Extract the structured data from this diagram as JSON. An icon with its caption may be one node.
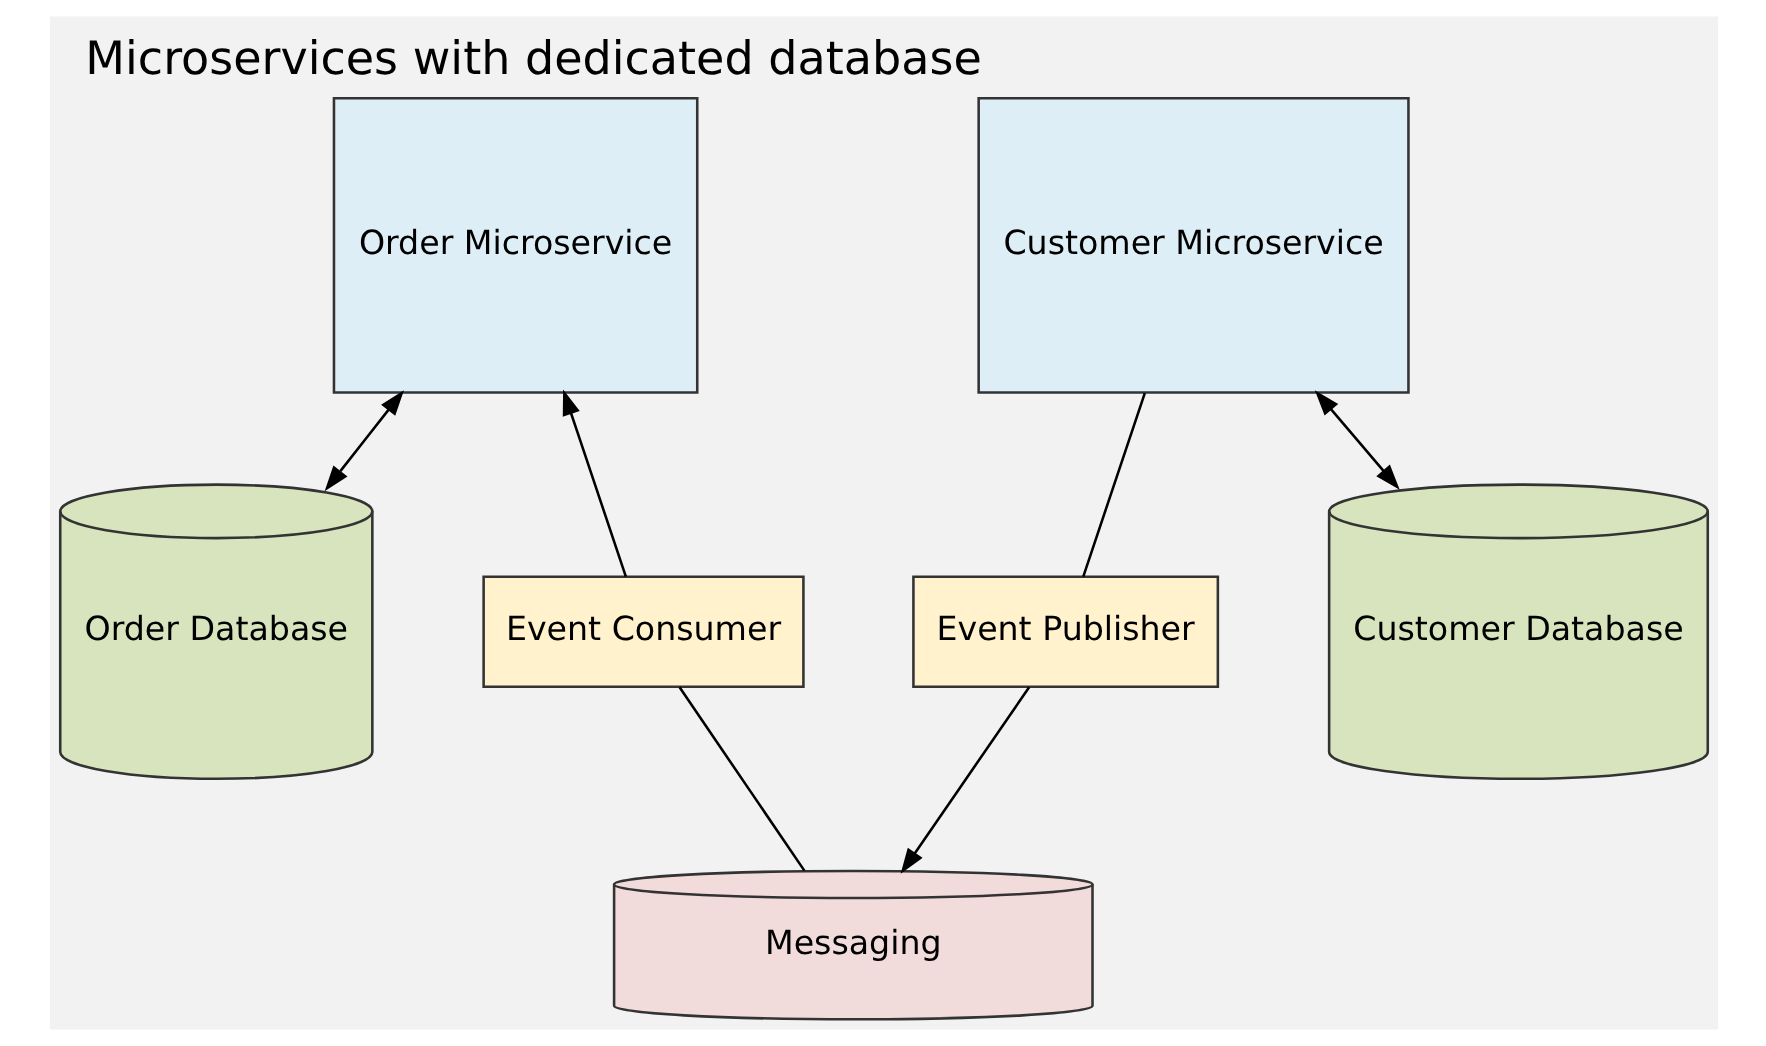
{
  "diagram": {
    "title": "Microservices with dedicated database",
    "nodes": [
      {
        "text": [
          "Order Microservice"
        ]
      },
      {
        "text": [
          "Event Consumer"
        ]
      },
      {
        "text": [
          "Event Publisher"
        ]
      },
      {
        "text": [
          "Customer Microservice"
        ]
      },
      {
        "text": [
          "Messaging"
        ]
      },
      {
        "text": [
          "Order Database"
        ]
      },
      {
        "text": [
          "Customer Database"
        ]
      }
    ],
    "edges": [
      {
        "from": 4,
        "to": 1,
        "arrow": "none"
      },
      {
        "from": 1,
        "to": 0,
        "arrow": "to"
      },
      {
        "from": 3,
        "to": 2,
        "arrow": "none"
      },
      {
        "from": 2,
        "to": 4,
        "arrow": "to"
      },
      {
        "from": 0,
        "to": 5,
        "arrow": "both"
      },
      {
        "from": 3,
        "to": 6,
        "arrow": "both"
      }
    ]
  }
}
